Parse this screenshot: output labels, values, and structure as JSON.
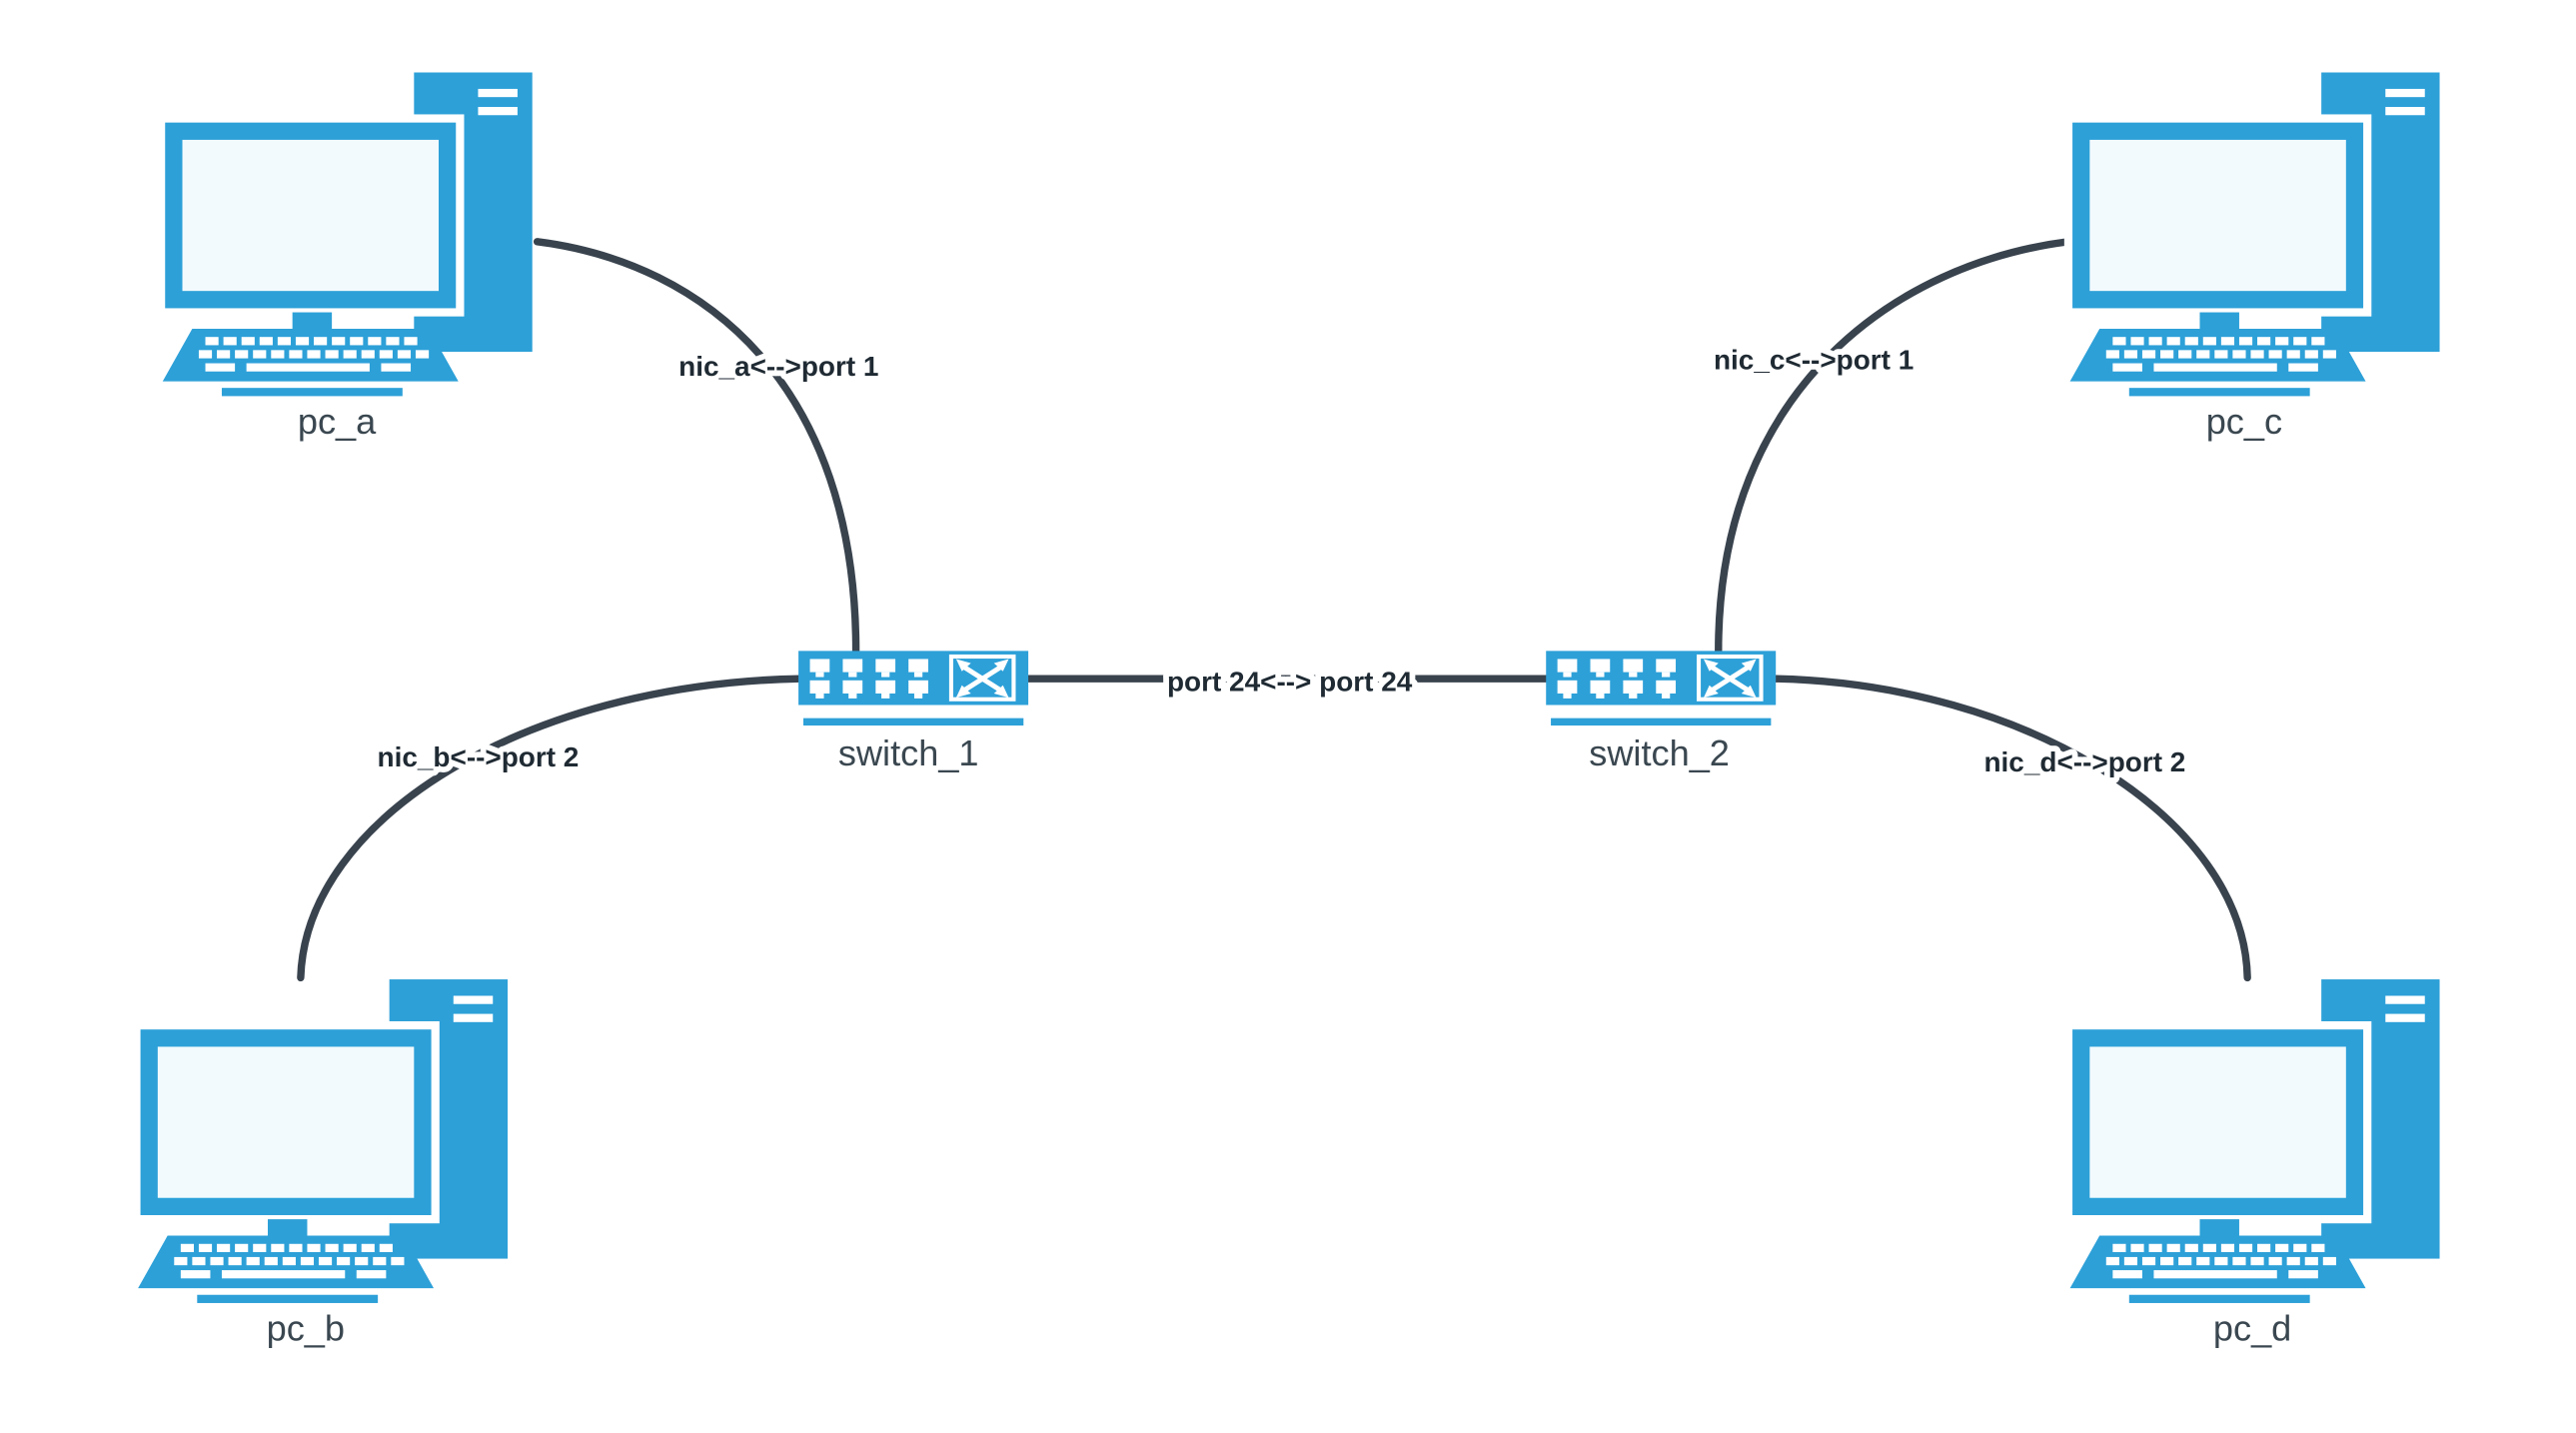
{
  "diagram": {
    "type": "network-topology",
    "colors": {
      "node": "#2da0d8",
      "screen": "#f2fafd",
      "line": "#39434e",
      "edge_label": "#1f2a33",
      "node_label": "#3a4750",
      "bg": "#ffffff"
    },
    "nodes": [
      {
        "id": "pc_a",
        "label": "pc_a",
        "type": "pc"
      },
      {
        "id": "pc_b",
        "label": "pc_b",
        "type": "pc"
      },
      {
        "id": "pc_c",
        "label": "pc_c",
        "type": "pc"
      },
      {
        "id": "pc_d",
        "label": "pc_d",
        "type": "pc"
      },
      {
        "id": "switch_1",
        "label": "switch_1",
        "type": "switch"
      },
      {
        "id": "switch_2",
        "label": "switch_2",
        "type": "switch"
      }
    ],
    "edges": [
      {
        "from": "pc_a",
        "to": "switch_1",
        "label": "nic_a<-->port 1"
      },
      {
        "from": "pc_b",
        "to": "switch_1",
        "label": "nic_b<-->port 2"
      },
      {
        "from": "switch_1",
        "to": "switch_2",
        "label": "port 24<--> port 24"
      },
      {
        "from": "pc_c",
        "to": "switch_2",
        "label": "nic_c<-->port 1"
      },
      {
        "from": "pc_d",
        "to": "switch_2",
        "label": "nic_d<-->port 2"
      }
    ]
  }
}
